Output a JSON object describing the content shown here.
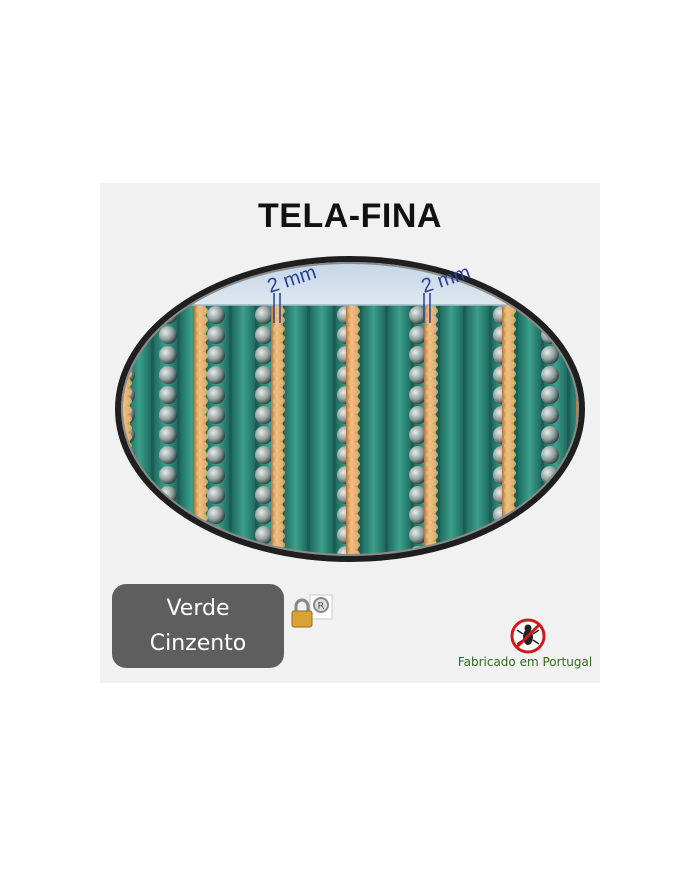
{
  "title": "TELA-FINA",
  "measurements": [
    {
      "label": "2 mm"
    },
    {
      "label": "2 mm"
    }
  ],
  "colors": {
    "title": "#111111",
    "mesh_green": "#2f8a7a",
    "bead_gold": "#d9a35e",
    "frame_dark": "#1f1f1f",
    "tag_bg": "#5e5e5e",
    "made_in_text": "#2f6b1d",
    "measure_text": "#2a3f96"
  },
  "color_tag": {
    "line1": "Verde",
    "line2": "Cinzento"
  },
  "icons": {
    "lock": "padlock-icon",
    "no_insect": "no-insect-icon"
  },
  "made_in": "Fabricado em Portugal"
}
